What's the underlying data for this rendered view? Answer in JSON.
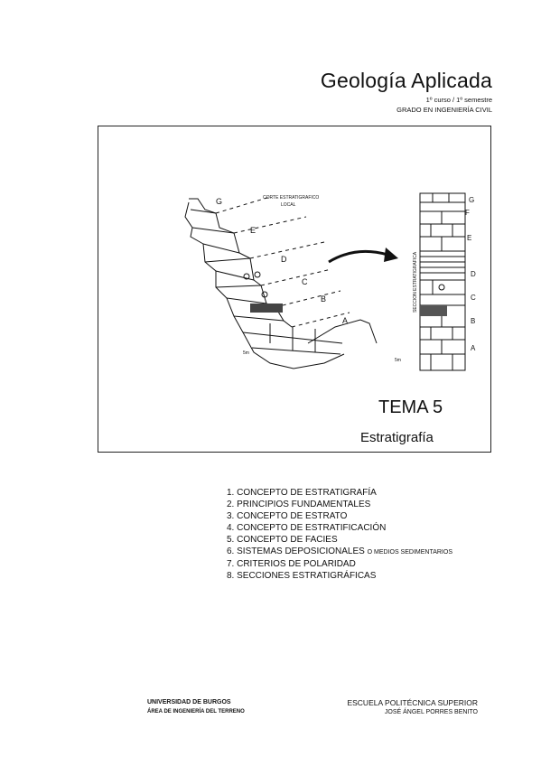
{
  "header": {
    "title": "Geología Aplicada",
    "course": "1º curso / 1º semestre",
    "degree": "GRADO EN INGENIERÍA CIVIL"
  },
  "figure": {
    "local_section_label_1": "CORTE ESTRATIGRAFICO",
    "local_section_label_2": "LOCAL",
    "strat_section_label": "SECCION ESTRATIGRAFICA",
    "left_layers": [
      "G",
      "E",
      "D",
      "C",
      "B",
      "A"
    ],
    "right_layers": [
      "G",
      "F",
      "E",
      "D",
      "C",
      "B",
      "A"
    ],
    "left_scale": "5m",
    "right_scale": "5m"
  },
  "cover": {
    "tema": "TEMA 5",
    "subject": "Estratigrafía"
  },
  "toc": {
    "items": [
      "1. CONCEPTO DE ESTRATIGRAFÍA",
      "2. PRINCIPIOS FUNDAMENTALES",
      "3. CONCEPTO DE ESTRATO",
      "4. CONCEPTO DE ESTRATIFICACIÓN",
      "5. CONCEPTO DE FACIES",
      "6. SISTEMAS DEPOSICIONALES",
      "7. CRITERIOS DE POLARIDAD",
      "8. SECCIONES ESTRATIGRÁFICAS"
    ],
    "item6_suffix": "O MEDIOS SEDIMENTARIOS"
  },
  "footer": {
    "university": "UNIVERSIDAD DE BURGOS",
    "area": "ÁREA DE INGENIERÍA DEL TERRENO",
    "school": "ESCUELA POLITÉCNICA SUPERIOR",
    "author": "JOSÉ ÁNGEL PORRES BENITO"
  }
}
